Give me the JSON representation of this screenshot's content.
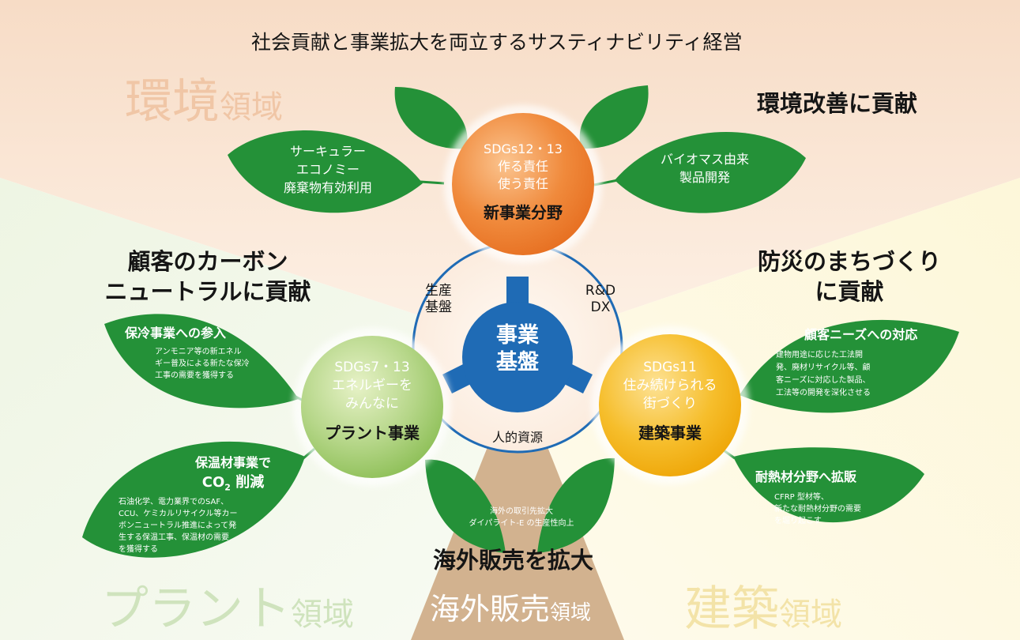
{
  "title": "社会貢献と事業拡大を両立するサスティナビリティ経営",
  "regions": {
    "environment": {
      "main": "環境",
      "suffix": "領域"
    },
    "plant": {
      "main": "プラント",
      "suffix": "領域"
    },
    "overseas": {
      "main": "海外販売",
      "suffix": "領域"
    },
    "building": {
      "main": "建築",
      "suffix": "領域"
    }
  },
  "contributions": {
    "environment": "環境改善に貢献",
    "plant_line1": "顧客のカーボン",
    "plant_line2": "ニュートラルに貢献",
    "building_line1": "防災のまちづくり",
    "building_line2": "に貢献",
    "overseas": "海外販売を拡大"
  },
  "hub": {
    "center_line1": "事業",
    "center_line2": "基盤",
    "production_line1": "生産",
    "production_line2": "基盤",
    "rnd_line1": "R&D",
    "rnd_line2": "DX",
    "human": "人的資源"
  },
  "circles": {
    "new": {
      "sdg": "SDGs12・13",
      "line1": "作る責任",
      "line2": "使う責任",
      "label": "新事業分野"
    },
    "plant": {
      "sdg": "SDGs7・13",
      "line1": "エネルギーを",
      "line2": "みんなに",
      "label": "プラント事業"
    },
    "building": {
      "sdg": "SDGs11",
      "line1": "住み続けられる",
      "line2": "街づくり",
      "label": "建築事業"
    }
  },
  "leaves": {
    "circular": {
      "line1": "サーキュラー",
      "line2": "エコノミー",
      "line3": "廃棄物有効利用"
    },
    "biomass": {
      "line1": "バイオマス由来",
      "line2": "製品開発"
    },
    "cold": {
      "title": "保冷事業への参入",
      "line1": "アンモニア等の新エネル",
      "line2": "ギー普及による新たな保冷",
      "line3": "工事の需要を獲得する"
    },
    "insulation": {
      "title1": "保温材事業で",
      "title2_co": "CO",
      "title2_sub": "2",
      "title2_rest": " 削減",
      "line1": "石油化学、電力業界でのSAF、",
      "line2": "CCU、ケミカルリサイクル等カー",
      "line3": "ボンニュートラル推進によって発",
      "line4": "生する保温工事、保温材の需要",
      "line5": "を獲得する"
    },
    "needs": {
      "title": "顧客ニーズへの対応",
      "line1": "建物用途に応じた工法開",
      "line2": "発、廃材リサイクル等、顧",
      "line3": "客ニーズに対応した製品、",
      "line4": "工法等の開発を深化させる"
    },
    "fireproof": {
      "title": "耐熱材分野へ拡販",
      "line1": "CFRP 型材等、",
      "line2": "新たな耐熱材分野の需要",
      "line3": "を堀り起こす"
    },
    "overseas": {
      "line1": "海外の取引先拡大",
      "line2": "ダイパライト-E の生産性向上"
    }
  },
  "colors": {
    "leaf": "#249138",
    "leaf_light": "#3fa94f",
    "hub_blue": "#1f6bb5",
    "orange": "#ec7a2a",
    "green_circle": "#8cbf5a",
    "yellow": "#f0a800",
    "tan": "#cfb08c"
  }
}
